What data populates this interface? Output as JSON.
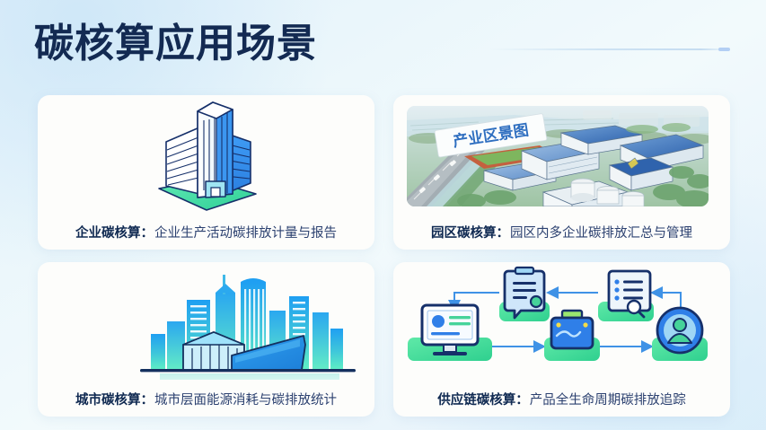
{
  "slide": {
    "title": "碳核算应用场景",
    "background_top": "#e3f1fb",
    "background_bottom": "#dceef9",
    "title_color": "#132a52",
    "accent_color": "#b3cff4"
  },
  "cards": [
    {
      "id": "enterprise",
      "art": "isometric-office-building",
      "label": "企业碳核算",
      "colon": "：",
      "description": "企业生产活动碳排放计量与报告",
      "colors": {
        "building_blue": "#2f8ff0",
        "building_light": "#ffffff",
        "base_green": "#3fd9a0",
        "outline": "#16306a"
      }
    },
    {
      "id": "park",
      "art": "industrial-park-aerial-photo",
      "banner_text": "产业区景图",
      "label": "园区碳核算",
      "colon": "：",
      "description": "园区内多企业碳排放汇总与管理",
      "colors": {
        "roof_blue": "#3366b8",
        "grass": "#8cc36c",
        "track_red": "#d2694b",
        "road_gray": "#9aa3a8"
      }
    },
    {
      "id": "city",
      "art": "city-skyline",
      "label": "城市碳核算",
      "colon": "：",
      "description": "城市层面能源消耗与碳排放统计",
      "colors": {
        "gradient_top": "#23a0f5",
        "gradient_bottom": "#4fe0c0",
        "ground_line": "#14305e"
      }
    },
    {
      "id": "supply-chain",
      "art": "supply-chain-flow-diagram",
      "label": "供应链碳核算",
      "colon": "：",
      "description": "产品全生命周期碳排放追踪",
      "colors": {
        "platform_green": "#4fd99a",
        "icon_blue": "#2f7fe8",
        "outline": "#16306a",
        "arrow": "#3f92e6"
      },
      "flow_nodes": [
        {
          "name": "monitor",
          "order": 1
        },
        {
          "name": "toolbox",
          "order": 2
        },
        {
          "name": "location-target",
          "order": 3
        },
        {
          "name": "checklist-document",
          "order": 4
        },
        {
          "name": "clipboard-report",
          "order": 5
        }
      ]
    }
  ]
}
